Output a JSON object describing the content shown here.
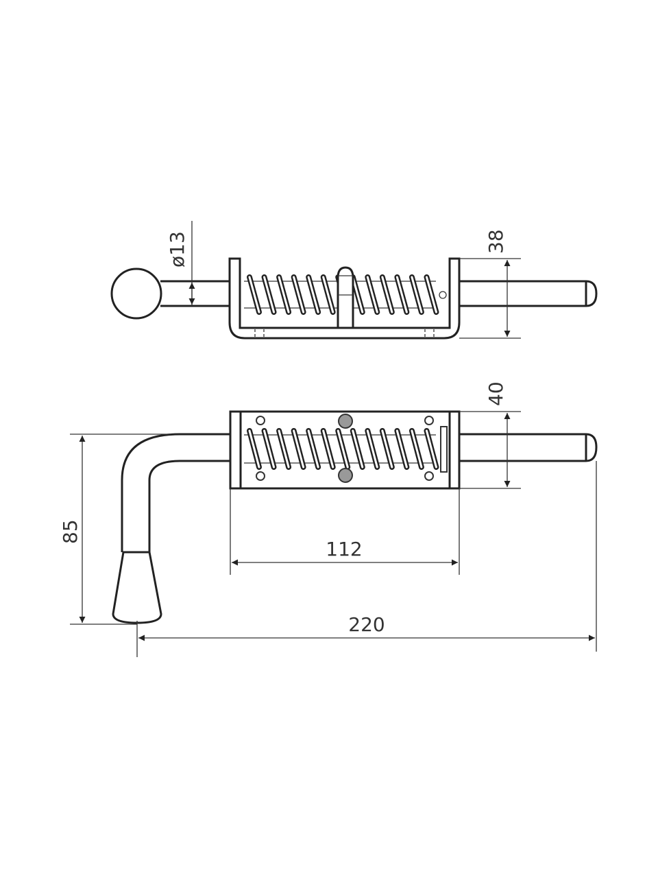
{
  "drawing": {
    "colors": {
      "line": "#222222",
      "dimension": "#333333",
      "bolt_fill": "#999999"
    },
    "dimensions": {
      "pin_diameter": "ø13",
      "bracket_height_top_view": "38",
      "plate_height_front_view": "40",
      "handle_drop": "85",
      "plate_length": "112",
      "overall_length": "220"
    }
  }
}
